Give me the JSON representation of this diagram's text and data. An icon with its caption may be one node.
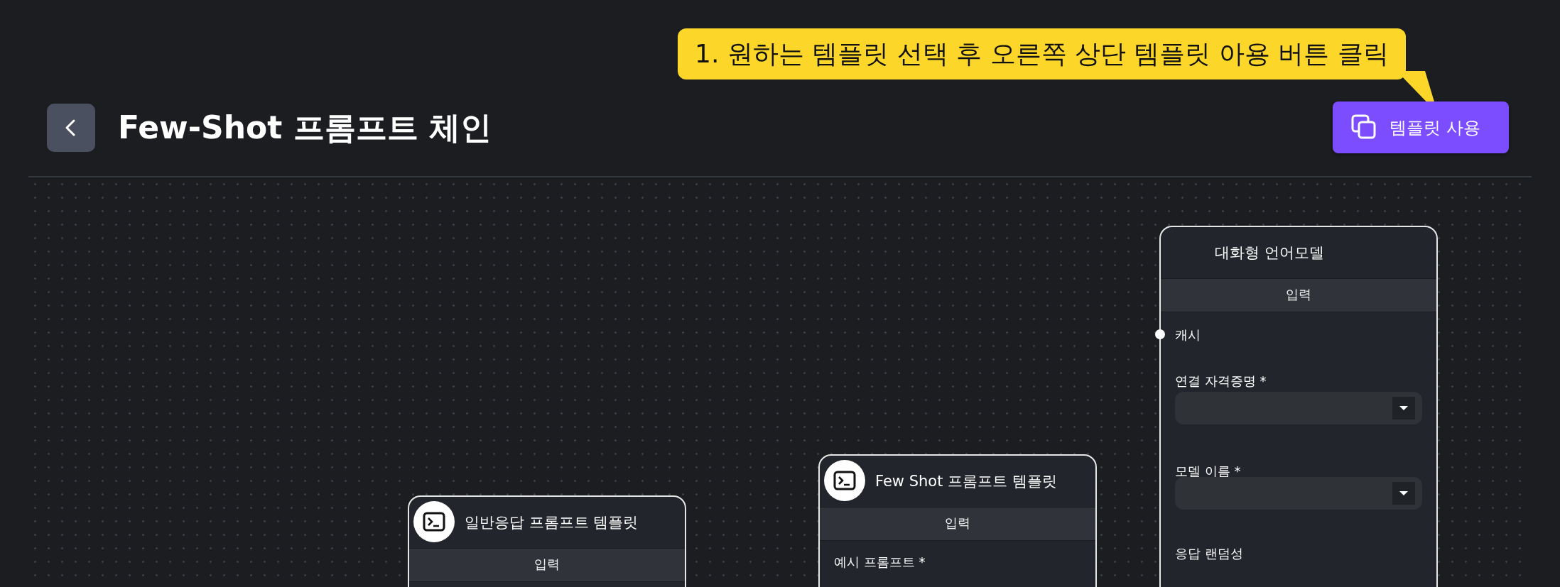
{
  "diagram": {
    "title": "Few-Shot 프롬프트 체인",
    "nodes": [
      {
        "text": [
          "일반응답 프롬프트 템플릿",
          "입력"
        ]
      },
      {
        "text": [
          "Few Shot 프롬프트 템플릿",
          "입력",
          "예시 프롬프트 *"
        ]
      },
      {
        "text": [
          "대화형 언어모델",
          "입력",
          "캐시",
          "연결 자격증명 *",
          "모델 이름 *",
          "응답 랜덤성"
        ]
      }
    ],
    "labels": [
      "1. 원하는 템플릿 선택 후 오른쪽 상단 템플릿 아용 버튼 클릭",
      "템플릿 사용"
    ]
  }
}
